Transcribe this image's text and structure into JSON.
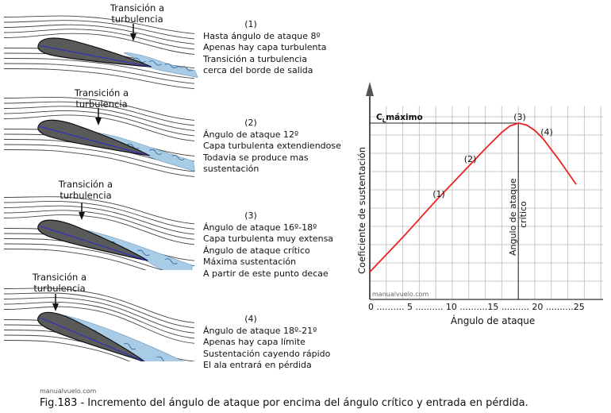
{
  "panels": [
    {
      "id": "1",
      "label_line1": "Transición a",
      "label_line2": "turbulencia",
      "lines": [
        "Hasta ángulo de ataque 8º",
        "Apenas hay capa turbulenta",
        "Transición a turbulencia",
        "cerca del borde de salida"
      ]
    },
    {
      "id": "2",
      "label_line1": "Transición a",
      "label_line2": "turbulencia",
      "lines": [
        "Ángulo de ataque 12º",
        "Capa turbulenta extendiendose",
        "Todavia se produce mas",
        "sustentación"
      ]
    },
    {
      "id": "3",
      "label_line1": "Transición a",
      "label_line2": "turbulencia",
      "lines": [
        "Ángulo de ataque 16º-18º",
        "Capa turbulenta muy extensa",
        "Ángulo de ataque crítico",
        "Máxima sustentación",
        "A partir de este punto decae"
      ]
    },
    {
      "id": "4",
      "label_line1": "Transición a",
      "label_line2": "turbulencia",
      "lines": [
        "Ángulo de ataque 18º-21º",
        "Apenas hay capa límite",
        "Sustentación cayendo rápido",
        "El ala entrará en pérdida"
      ]
    }
  ],
  "panel_numbers": [
    "(1)",
    "(2)",
    "(3)",
    "(4)"
  ],
  "colors": {
    "airfoil": "#5a5a5a",
    "chord": "#2b2bd0",
    "turbulence": "#a8cbe6",
    "curve": "#ee2020",
    "grid": "#c8c8c8"
  },
  "chart_data": {
    "type": "line",
    "xlabel": "Ángulo de ataque",
    "ylabel": "Coeficiente de sustentación",
    "xtick_labels": "0 .......... 5 .......... 10 ..........15 .......... 20 ..........25",
    "xlim": [
      0,
      28
    ],
    "ylim": [
      0,
      11
    ],
    "clmax_label_c": "C",
    "clmax_label_sub": "L",
    "clmax_label_rest": "máximo",
    "critical_label_line1": "Angulo de ataque",
    "critical_label_line2": "crítico",
    "critical_angle": 18,
    "clmax": 9.65,
    "series": [
      {
        "name": "CL",
        "x": [
          0,
          2,
          4,
          6,
          8,
          10,
          12,
          14,
          15,
          16,
          17,
          18,
          19,
          20,
          21,
          22,
          23,
          24,
          25
        ],
        "y": [
          1.5,
          2.45,
          3.4,
          4.4,
          5.4,
          6.35,
          7.3,
          8.25,
          8.7,
          9.15,
          9.5,
          9.65,
          9.55,
          9.25,
          8.8,
          8.2,
          7.6,
          6.95,
          6.3
        ]
      }
    ],
    "point_labels": [
      {
        "text": "(1)",
        "x": 8,
        "y": 5.4
      },
      {
        "text": "(2)",
        "x": 12,
        "y": 7.3
      },
      {
        "text": "(3)",
        "x": 18,
        "y": 9.65
      },
      {
        "text": "(4)",
        "x": 20.5,
        "y": 9.0
      }
    ]
  },
  "watermark": "manualvuelo.com",
  "caption": "Fig.183 - Incremento del ángulo de ataque por encima del ángulo crítico y entrada en pérdida."
}
